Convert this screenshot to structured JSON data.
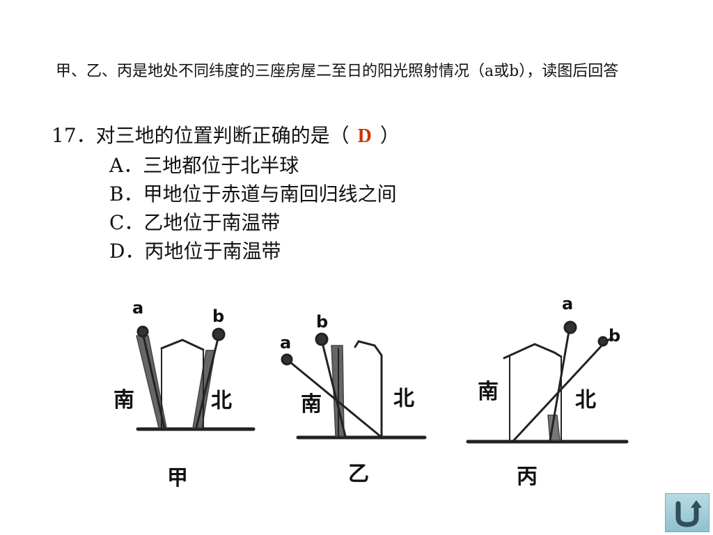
{
  "intro": "甲、乙、丙是地处不同纬度的三座房屋二至日的阳光照射情况（a或b），读图后回答",
  "question": {
    "prefix": "17．对三地的位置判断正确的是（",
    "answer": "D",
    "suffix": "）"
  },
  "options": [
    "A．三地都位于北半球",
    "B．甲地位于赤道与南回归线之间",
    "C．乙地位于南温带",
    "D．丙地位于南温带"
  ],
  "figure": {
    "sun_a": "a",
    "sun_b": "b",
    "south": "南",
    "north": "北",
    "places": [
      "甲",
      "乙",
      "丙"
    ]
  },
  "nav": {
    "back_icon": "u-turn-back-icon"
  },
  "colors": {
    "answer": "#cc3300",
    "back_button": "#a6cfd9"
  }
}
